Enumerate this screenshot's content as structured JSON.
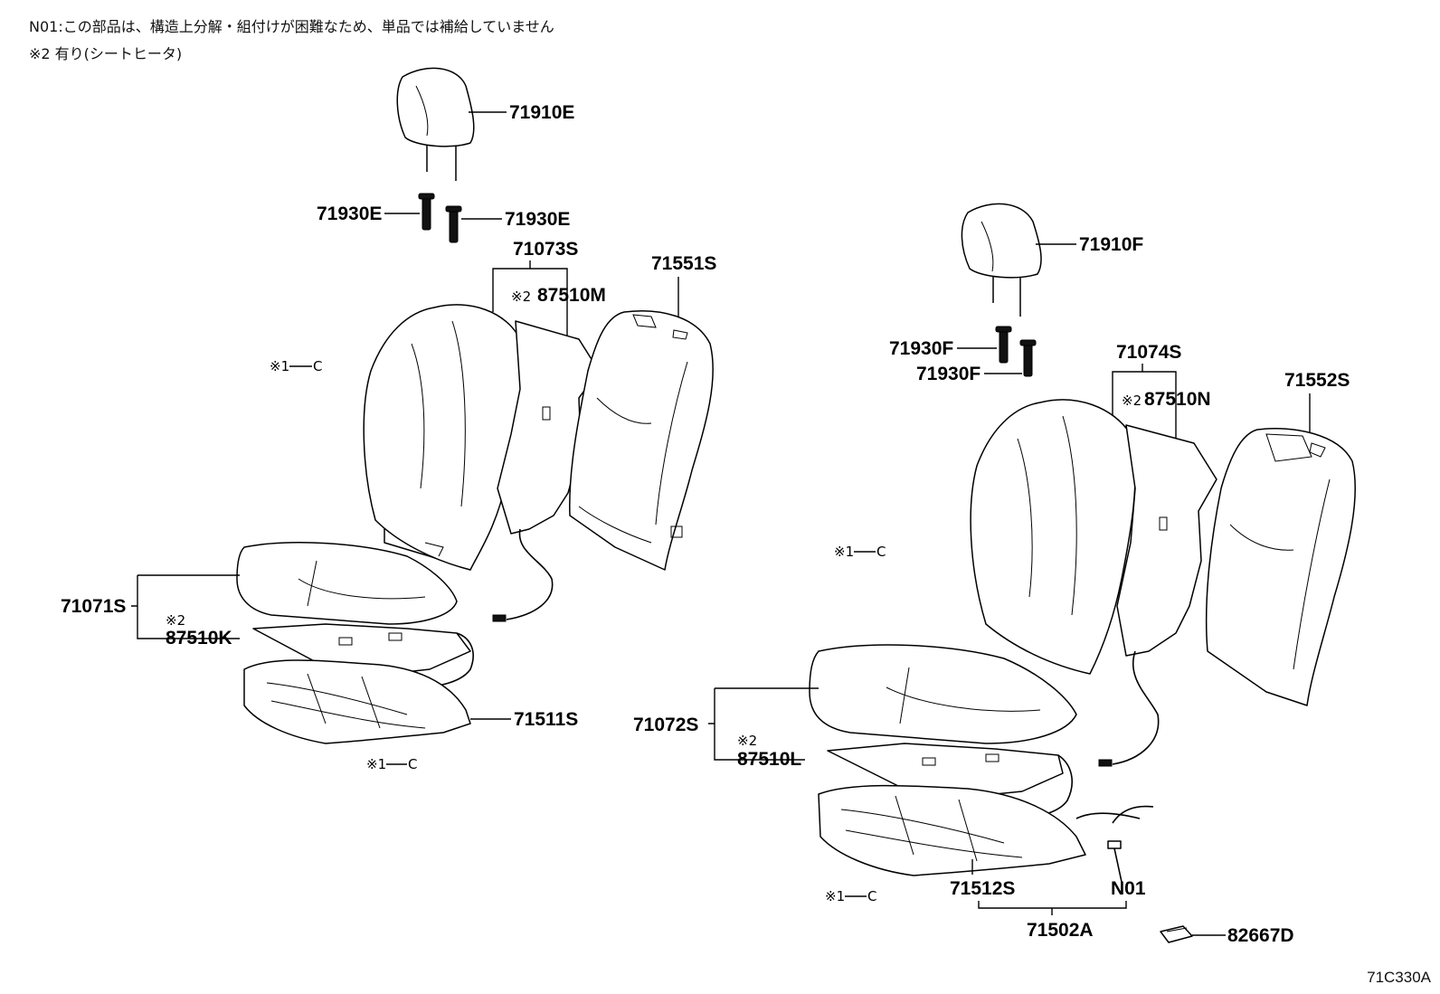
{
  "notes": {
    "n01": "N01:この部品は、構造上分解・組付けが困難なため、単品では補給していません",
    "mark2": "※2 有り(シートヒータ)"
  },
  "figure_code": "71C330A",
  "ref_mark": "※1",
  "ref_letter": "C",
  "heater_mark": "※2",
  "labels": {
    "p71910E": "71910E",
    "p71930E_a": "71930E",
    "p71930E_b": "71930E",
    "p71073S": "71073S",
    "p87510M": "87510M",
    "p71551S": "71551S",
    "p71071S": "71071S",
    "p87510K": "87510K",
    "p71511S": "71511S",
    "p71910F": "71910F",
    "p71930F_a": "71930F",
    "p71930F_b": "71930F",
    "p71074S": "71074S",
    "p87510N": "87510N",
    "p71552S": "71552S",
    "p71072S": "71072S",
    "p87510L": "87510L",
    "p71512S": "71512S",
    "pN01": "N01",
    "p71502A": "71502A",
    "p82667D": "82667D"
  }
}
